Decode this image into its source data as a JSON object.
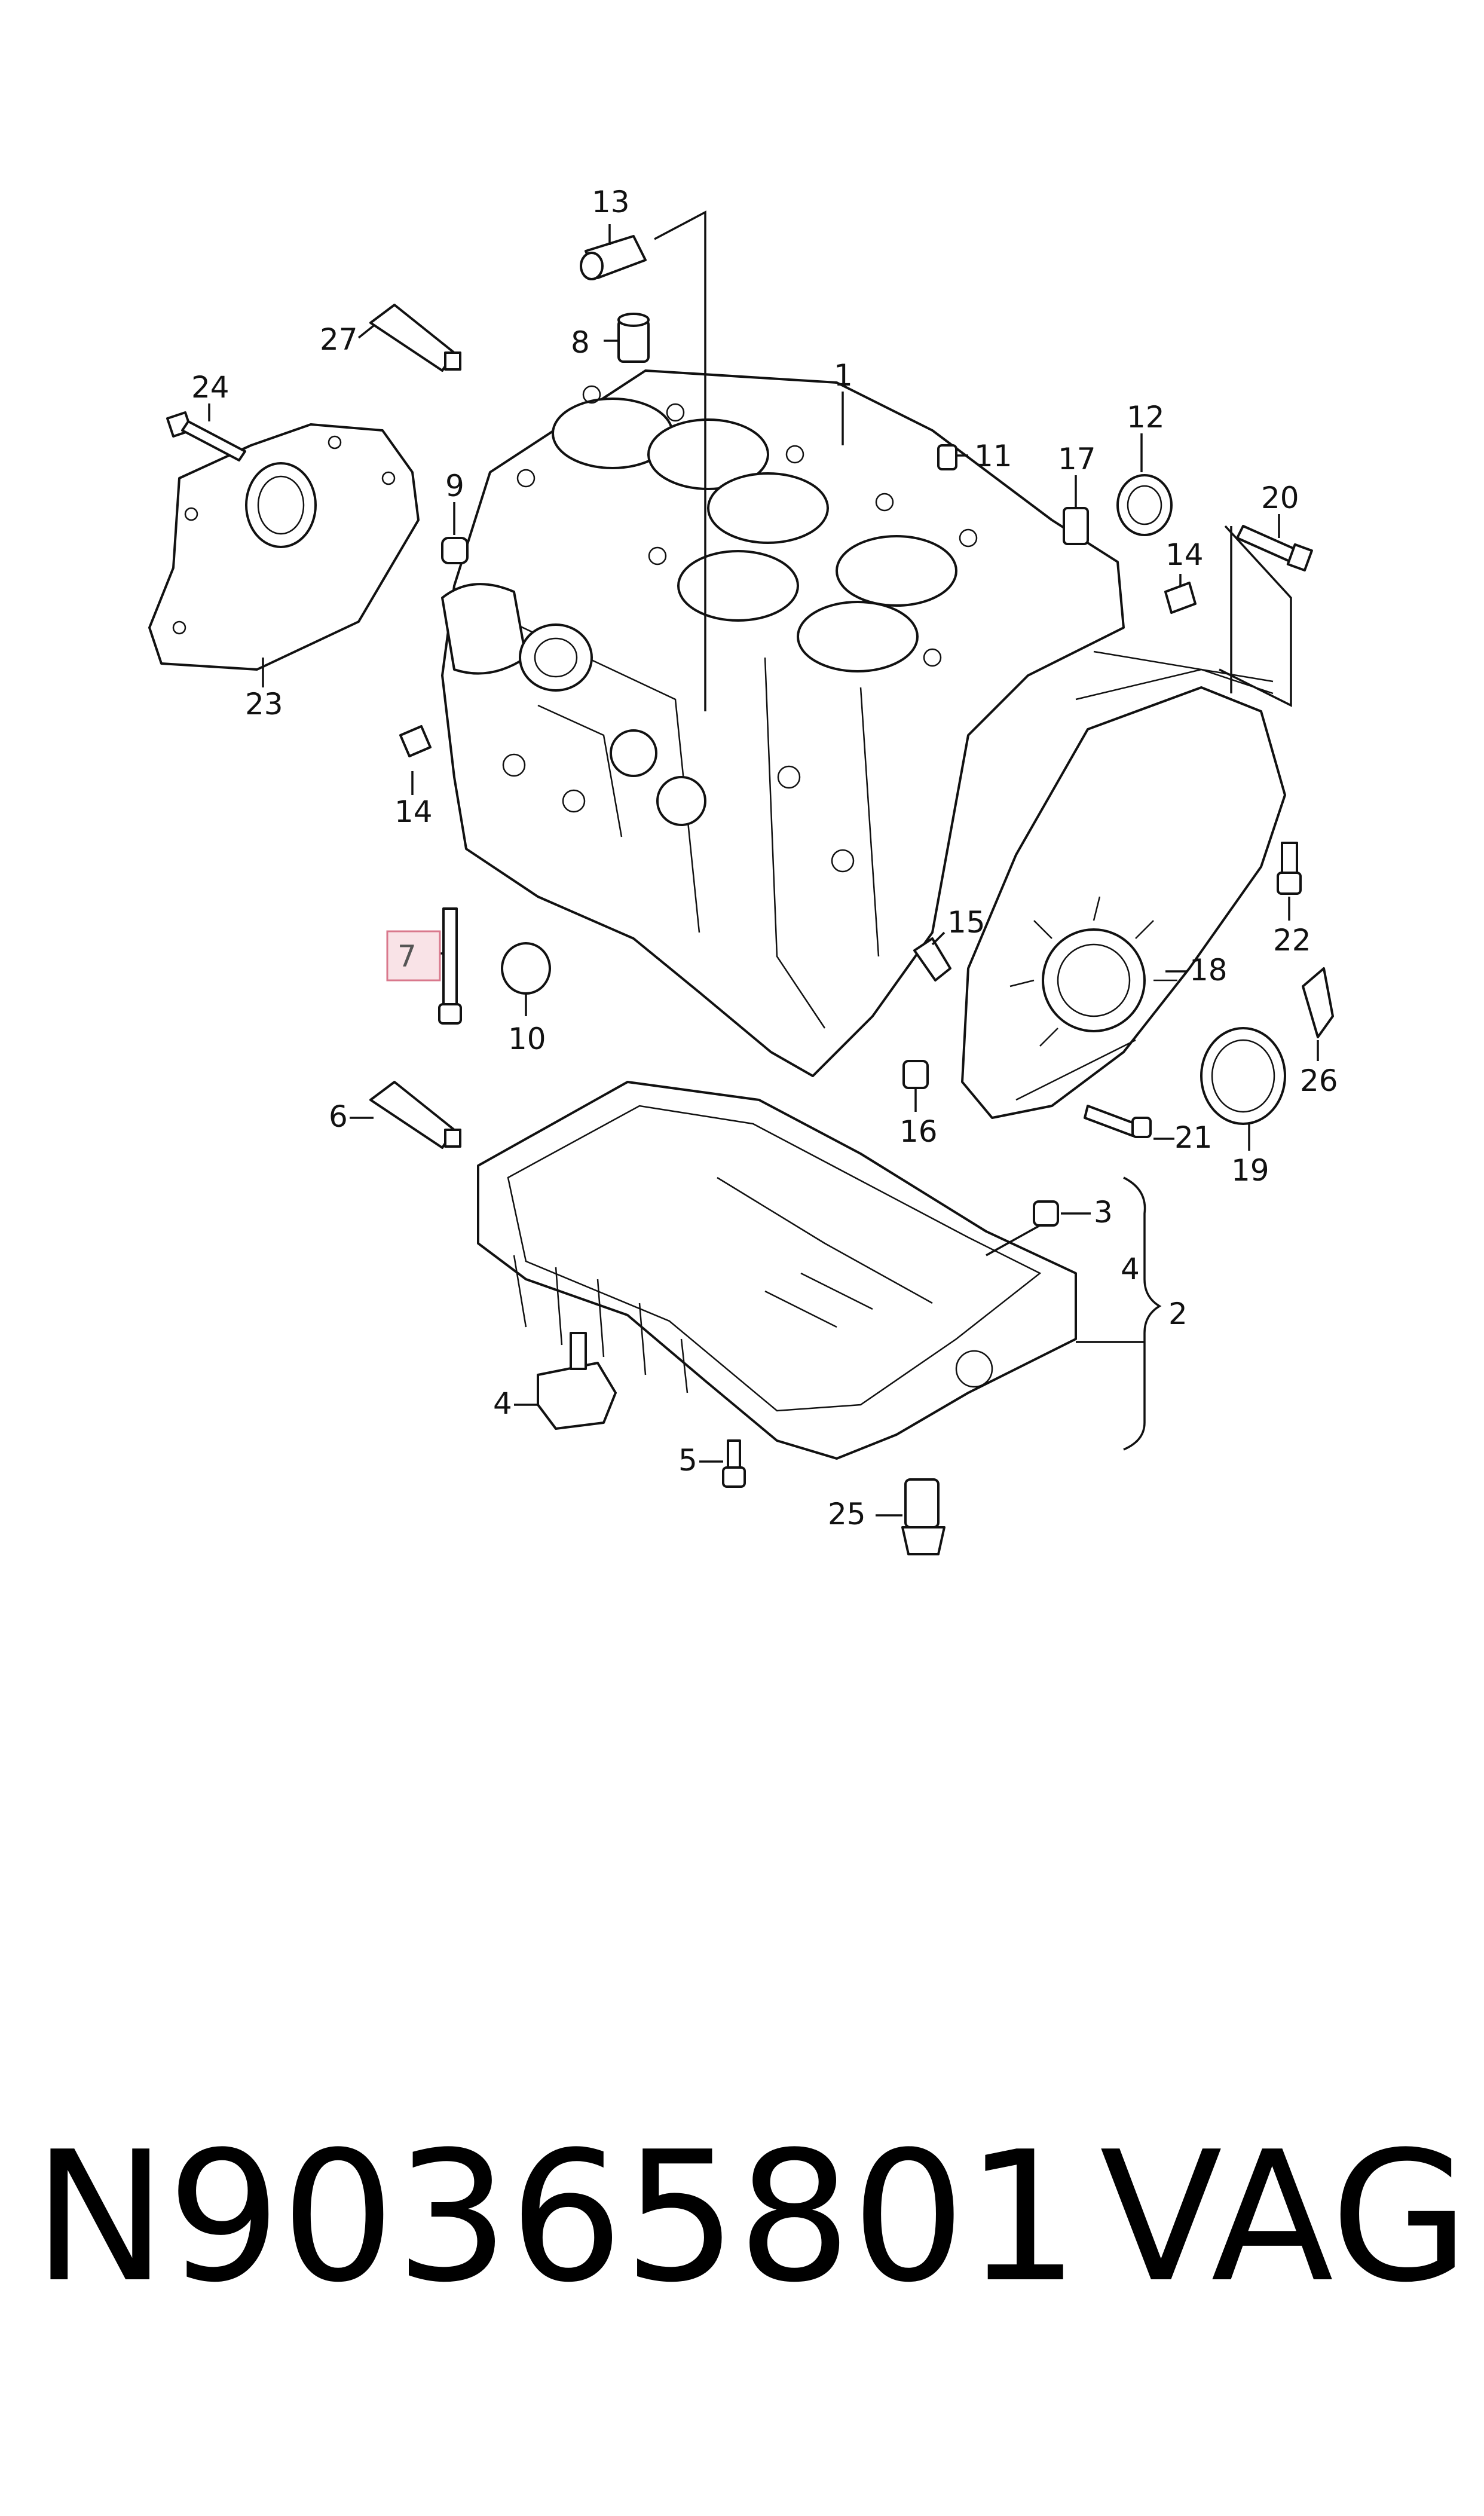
{
  "callouts": {
    "c1": "1",
    "c2": "2",
    "c3": "3",
    "c4a": "4",
    "c4b": "4",
    "c5": "5",
    "c6": "6",
    "c7": "7",
    "c8": "8",
    "c9": "9",
    "c10": "10",
    "c11": "11",
    "c12": "12",
    "c13": "13",
    "c14a": "14",
    "c14b": "14",
    "c15": "15",
    "c16": "16",
    "c17": "17",
    "c18": "18",
    "c19": "19",
    "c20": "20",
    "c21": "21",
    "c22": "22",
    "c23": "23",
    "c24": "24",
    "c25": "25",
    "c26": "26",
    "c27": "27"
  },
  "highlighted_callout": "7",
  "colors": {
    "highlight_fill": "#f9e3e7",
    "highlight_stroke": "#d9788c",
    "ink": "#111111"
  },
  "caption": {
    "part_number": "N90365801",
    "brand": "VAG"
  }
}
